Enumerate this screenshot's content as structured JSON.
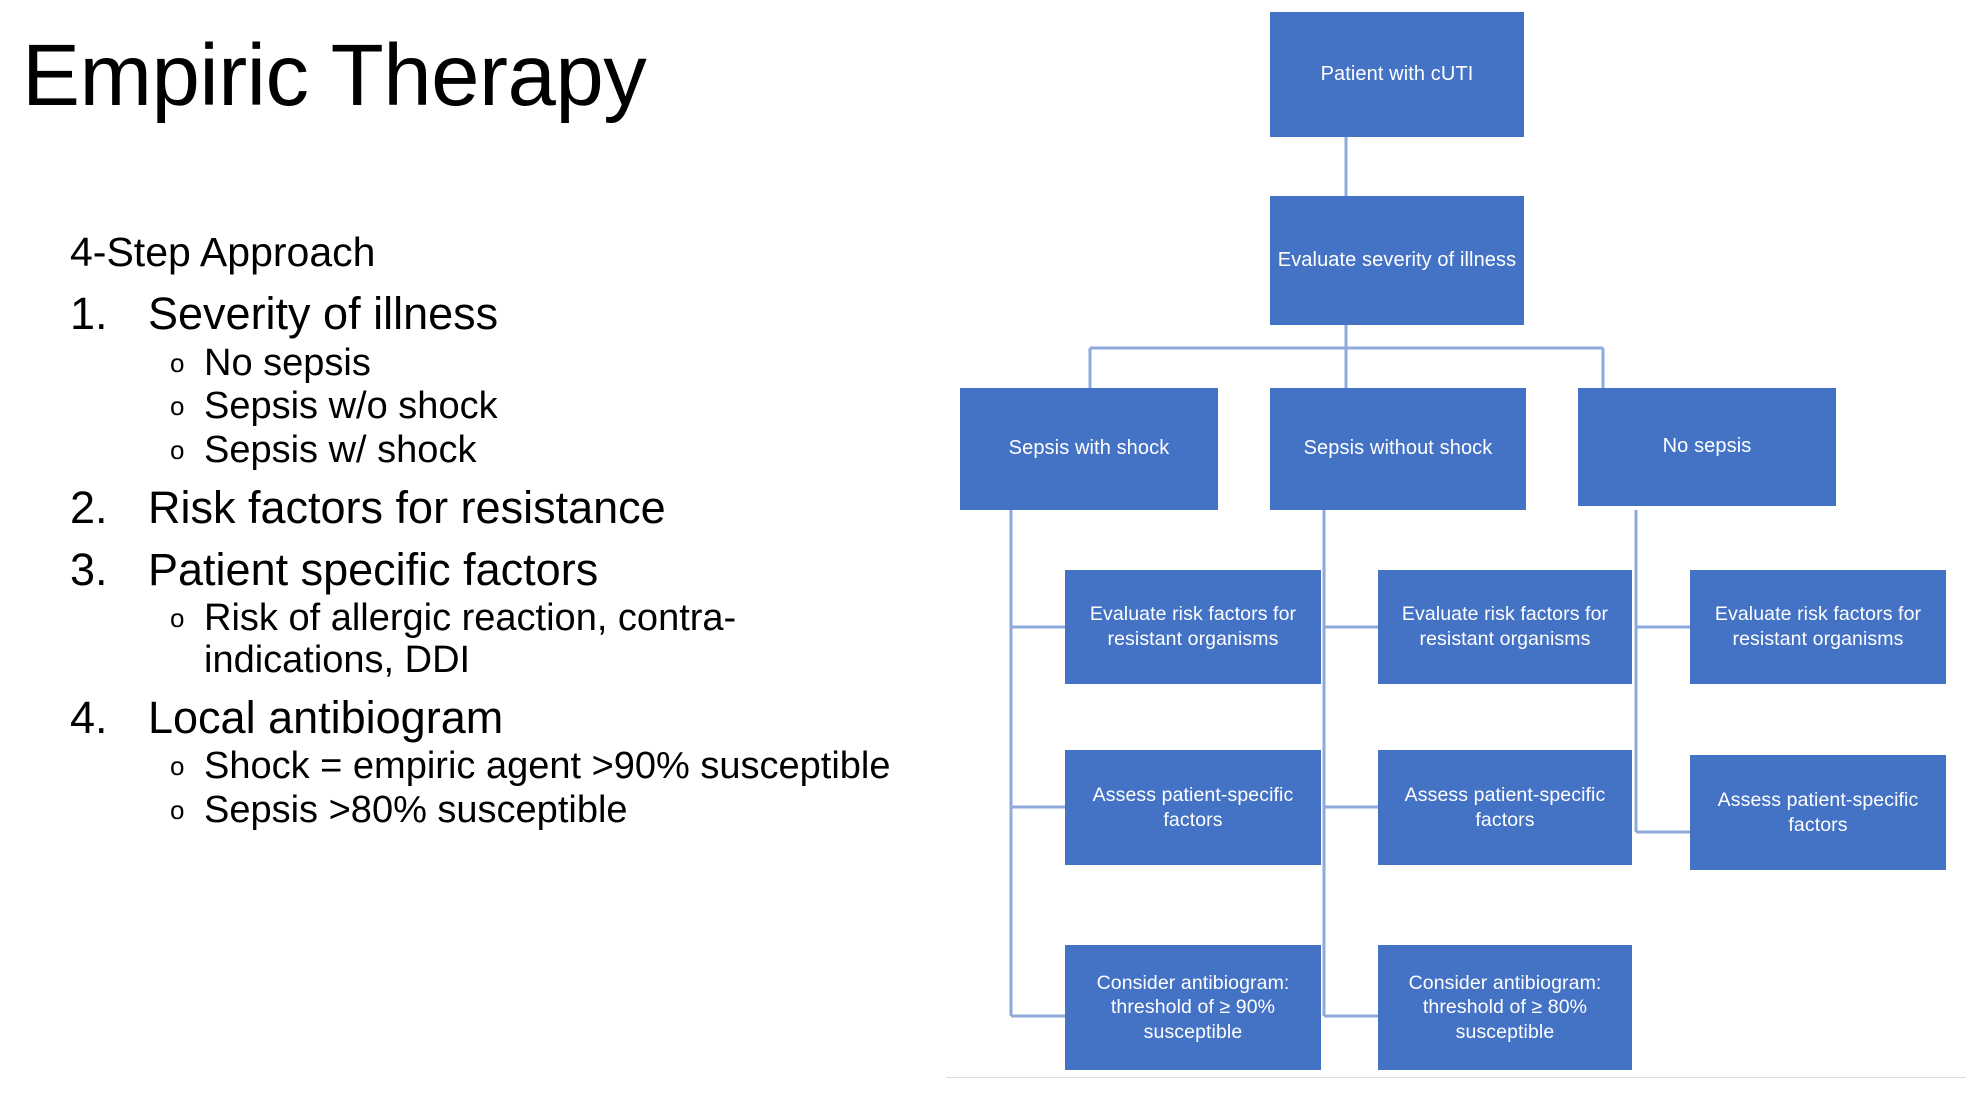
{
  "slide": {
    "title": "Empiric Therapy",
    "lead": "4-Step Approach"
  },
  "steps": [
    {
      "number": "1.",
      "label": "Severity of illness",
      "sub": [
        "No sepsis",
        "Sepsis w/o shock",
        "Sepsis w/ shock"
      ]
    },
    {
      "number": "2.",
      "label": "Risk factors for resistance",
      "sub": []
    },
    {
      "number": "3.",
      "label": "Patient specific factors",
      "sub": [
        "Risk of allergic reaction, contra-indications, DDI"
      ]
    },
    {
      "number": "4.",
      "label": "Local antibiogram",
      "sub": [
        "Shock = empiric agent >90% susceptible",
        "Sepsis >80% susceptible"
      ]
    }
  ],
  "flowchart": {
    "type": "diagram",
    "node_fill": "#4472C4",
    "node_text_color": "#FFFFFF",
    "connector_color": "#8EA9DB",
    "root": "Patient with cUTI",
    "evaluate": "Evaluate severity of illness",
    "branches": [
      "Sepsis with shock",
      "Sepsis without shock",
      "No sepsis"
    ],
    "steps_common": {
      "risk": "Evaluate risk factors for resistant organisms",
      "patient": "Assess patient-specific factors"
    },
    "antibiogram": {
      "shock": "Consider antibiogram: threshold of ≥ 90% susceptible",
      "sepsis": "Consider antibiogram: threshold of ≥ 80% susceptible"
    },
    "columns": [
      {
        "branch": "Sepsis with shock",
        "children": [
          "Evaluate risk factors for resistant organisms",
          "Assess patient-specific factors",
          "Consider antibiogram: threshold of ≥ 90% susceptible"
        ]
      },
      {
        "branch": "Sepsis without shock",
        "children": [
          "Evaluate risk factors for resistant organisms",
          "Assess patient-specific factors",
          "Consider antibiogram: threshold of ≥ 80% susceptible"
        ]
      },
      {
        "branch": "No sepsis",
        "children": [
          "Evaluate risk factors for resistant organisms",
          "Assess patient-specific factors"
        ]
      }
    ]
  }
}
